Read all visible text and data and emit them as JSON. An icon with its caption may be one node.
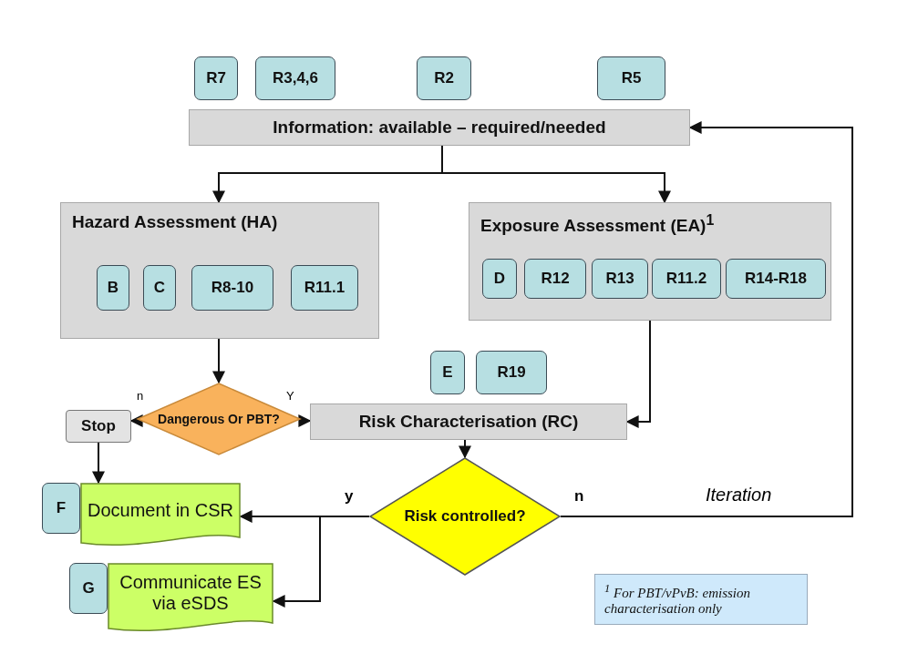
{
  "diagram": {
    "nodes": [
      {
        "text": [
          "R7"
        ]
      },
      {
        "text": [
          "R3,4,6"
        ]
      },
      {
        "text": [
          "R2"
        ]
      },
      {
        "text": [
          "R5"
        ]
      },
      {
        "text": [
          "Information: available – required/needed"
        ]
      },
      {
        "text": [
          "Hazard Assessment (HA)"
        ]
      },
      {
        "text": [
          "B"
        ],
        "in": 5
      },
      {
        "text": [
          "C"
        ],
        "in": 5
      },
      {
        "text": [
          "R8-10"
        ],
        "in": 5
      },
      {
        "text": [
          "R11.1"
        ],
        "in": 5
      },
      {
        "text": [
          "Exposure Assessment (EA)$^{1}$"
        ]
      },
      {
        "text": [
          "D"
        ],
        "in": 10
      },
      {
        "text": [
          "R12"
        ],
        "in": 10
      },
      {
        "text": [
          "R13"
        ],
        "in": 10
      },
      {
        "text": [
          "R11.2"
        ],
        "in": 10
      },
      {
        "text": [
          "R14-R18"
        ],
        "in": 10
      },
      {
        "text": [
          "E"
        ]
      },
      {
        "text": [
          "R19"
        ]
      },
      {
        "text": [
          "Dangerous Or PBT?"
        ]
      },
      {
        "text": [
          "Risk Characterisation (RC)"
        ]
      },
      {
        "text": [
          "Stop"
        ]
      },
      {
        "text": [
          "F"
        ]
      },
      {
        "text": [
          "Document in CSR"
        ]
      },
      {
        "text": [
          "Risk controlled?"
        ]
      },
      {
        "text": [
          "G"
        ]
      },
      {
        "text": [
          "Communicate ES via eSDS"
        ]
      },
      {
        "text": [
          "$^{1}$ For PBT/vPvB: emission characterisation only"
        ]
      }
    ],
    "edges": [
      {
        "from": 4,
        "to": 5,
        "arrow": "to"
      },
      {
        "from": 4,
        "to": 10,
        "arrow": "to"
      },
      {
        "from": 5,
        "to": 18,
        "arrow": "to"
      },
      {
        "from": 10,
        "to": 19,
        "arrow": "to"
      },
      {
        "from": 18,
        "to": 20,
        "arrow": "to",
        "label": "n"
      },
      {
        "from": 18,
        "to": 19,
        "arrow": "to",
        "label": "Y"
      },
      {
        "from": 20,
        "to": 22,
        "arrow": "to"
      },
      {
        "from": 19,
        "to": 23,
        "arrow": "to"
      },
      {
        "from": 23,
        "to": 22,
        "arrow": "to",
        "label": "y"
      },
      {
        "from": 23,
        "to": 25,
        "arrow": "to"
      },
      {
        "from": 23,
        "to": 4,
        "arrow": "to",
        "label": "n"
      }
    ],
    "labels": [
      "Iteration"
    ]
  }
}
